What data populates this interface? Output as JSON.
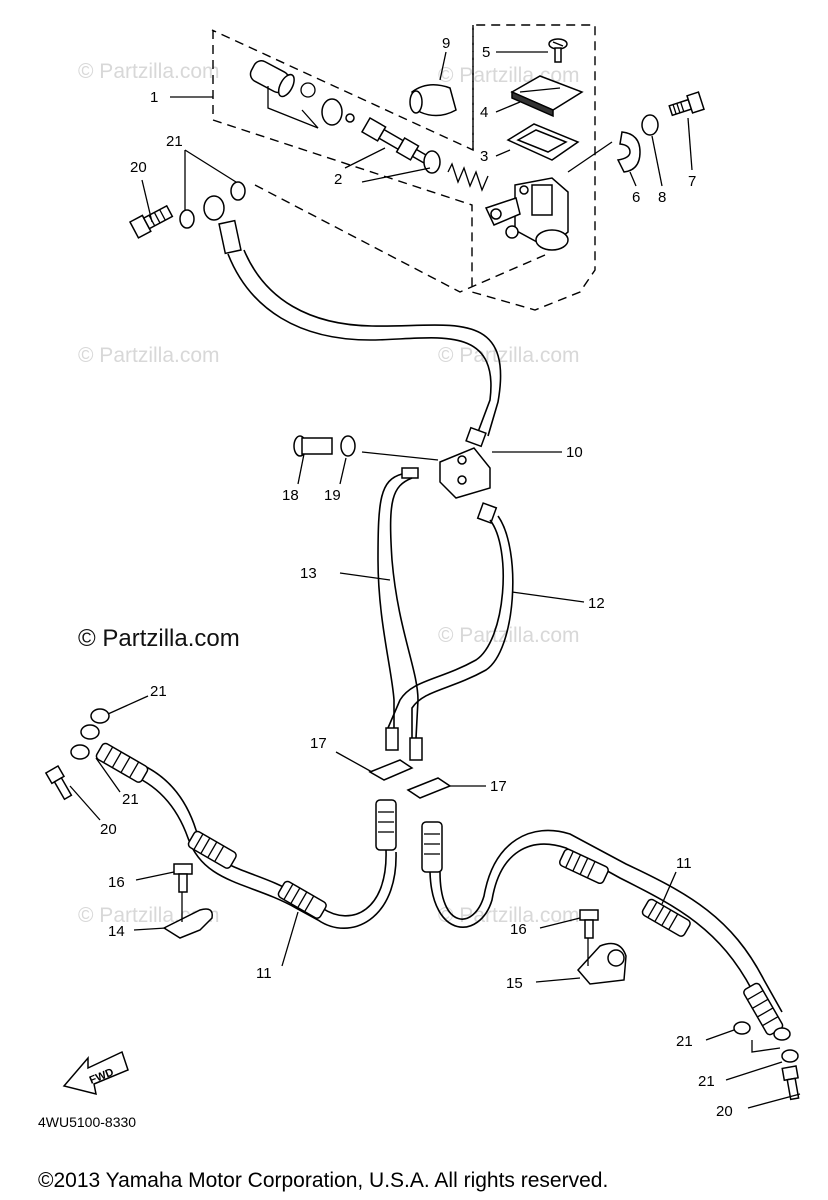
{
  "watermark": "© Partzilla.com",
  "watermark_main": "© Partzilla.com",
  "diagram_code": "4WU5100-8330",
  "copyright": "©2013 Yamaha Motor Corporation, U.S.A. All rights reserved.",
  "fwd_label": "FWD",
  "callouts": [
    {
      "id": "c1",
      "text": "1"
    },
    {
      "id": "c2",
      "text": "2"
    },
    {
      "id": "c3",
      "text": "3"
    },
    {
      "id": "c4",
      "text": "4"
    },
    {
      "id": "c5",
      "text": "5"
    },
    {
      "id": "c6",
      "text": "6"
    },
    {
      "id": "c7",
      "text": "7"
    },
    {
      "id": "c8",
      "text": "8"
    },
    {
      "id": "c9",
      "text": "9"
    },
    {
      "id": "c10",
      "text": "10"
    },
    {
      "id": "c11a",
      "text": "11"
    },
    {
      "id": "c11b",
      "text": "11"
    },
    {
      "id": "c12",
      "text": "12"
    },
    {
      "id": "c13",
      "text": "13"
    },
    {
      "id": "c14",
      "text": "14"
    },
    {
      "id": "c15",
      "text": "15"
    },
    {
      "id": "c16a",
      "text": "16"
    },
    {
      "id": "c16b",
      "text": "16"
    },
    {
      "id": "c17a",
      "text": "17"
    },
    {
      "id": "c17b",
      "text": "17"
    },
    {
      "id": "c18",
      "text": "18"
    },
    {
      "id": "c19",
      "text": "19"
    },
    {
      "id": "c20a",
      "text": "20"
    },
    {
      "id": "c20b",
      "text": "20"
    },
    {
      "id": "c20c",
      "text": "20"
    },
    {
      "id": "c21a",
      "text": "21"
    },
    {
      "id": "c21b",
      "text": "21"
    },
    {
      "id": "c21c",
      "text": "21"
    },
    {
      "id": "c21d",
      "text": "21"
    },
    {
      "id": "c21e",
      "text": "21"
    }
  ]
}
